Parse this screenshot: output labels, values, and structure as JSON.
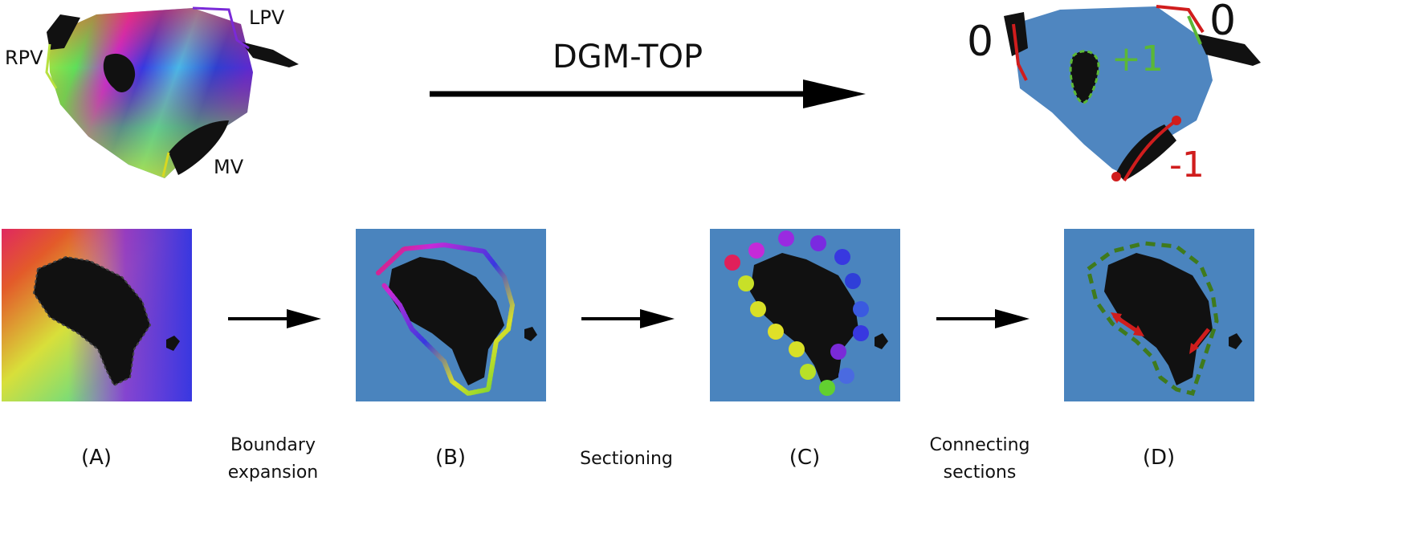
{
  "top": {
    "labels": {
      "rpv": "RPV",
      "lpv": "LPV",
      "mv": "MV"
    },
    "arrow_label": "DGM-TOP",
    "result_labels": {
      "left_zero": "0",
      "right_zero": "0",
      "plus_one": "+1",
      "minus_one": "-1"
    }
  },
  "panels": [
    {
      "caption": "(A)"
    },
    {
      "caption": "(B)"
    },
    {
      "caption": "(C)"
    },
    {
      "caption": "(D)"
    }
  ],
  "steps": [
    {
      "line1": "Boundary",
      "line2": "expansion"
    },
    {
      "line1": "Sectioning",
      "line2": ""
    },
    {
      "line1": "Connecting",
      "line2": "sections"
    }
  ],
  "colors": {
    "surface_blue": "#4f86c0",
    "positive_green": "#5bb836",
    "negative_red": "#d01d1d",
    "arrow_green": "#3f7a1c"
  }
}
